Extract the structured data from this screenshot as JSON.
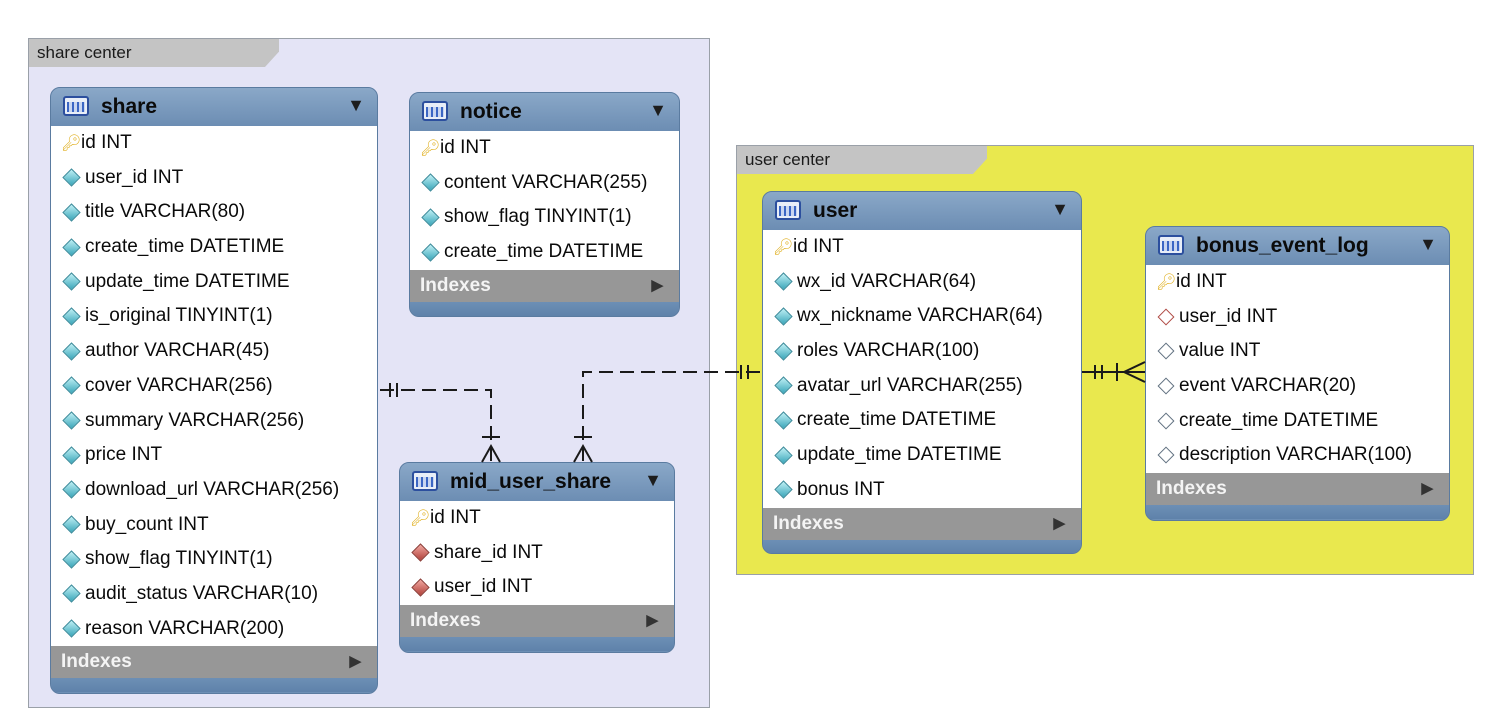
{
  "layers": {
    "share_center": "share center",
    "user_center": "user center"
  },
  "tables": {
    "share": {
      "name": "share",
      "columns": [
        "id INT",
        "user_id INT",
        "title VARCHAR(80)",
        "create_time DATETIME",
        "update_time DATETIME",
        "is_original TINYINT(1)",
        "author VARCHAR(45)",
        "cover VARCHAR(256)",
        "summary VARCHAR(256)",
        "price INT",
        "download_url VARCHAR(256)",
        "buy_count INT",
        "show_flag TINYINT(1)",
        "audit_status VARCHAR(10)",
        "reason VARCHAR(200)"
      ],
      "indexes": "Indexes"
    },
    "notice": {
      "name": "notice",
      "columns": [
        "id INT",
        "content VARCHAR(255)",
        "show_flag TINYINT(1)",
        "create_time DATETIME"
      ],
      "indexes": "Indexes"
    },
    "mid_user_share": {
      "name": "mid_user_share",
      "columns": [
        "id INT",
        "share_id INT",
        "user_id INT"
      ],
      "indexes": "Indexes"
    },
    "user": {
      "name": "user",
      "columns": [
        "id INT",
        "wx_id VARCHAR(64)",
        "wx_nickname VARCHAR(64)",
        "roles VARCHAR(100)",
        "avatar_url VARCHAR(255)",
        "create_time DATETIME",
        "update_time DATETIME",
        "bonus INT"
      ],
      "indexes": "Indexes"
    },
    "bonus_event_log": {
      "name": "bonus_event_log",
      "columns": [
        "id INT",
        "user_id INT",
        "value INT",
        "event VARCHAR(20)",
        "create_time DATETIME",
        "description VARCHAR(100)"
      ],
      "indexes": "Indexes"
    }
  },
  "icons": {
    "primary_key": "key-icon",
    "column": "column-diamond-icon",
    "foreign_key": "foreign-key-icon",
    "table": "table-icon",
    "collapse": "collapse-arrow-icon",
    "expand": "expand-arrow-icon"
  },
  "colors": {
    "share_center_bg": "#e4e4f6",
    "user_center_bg": "#e9e84e",
    "table_header": "#6d8fb5",
    "indexes_bar": "#979797"
  }
}
